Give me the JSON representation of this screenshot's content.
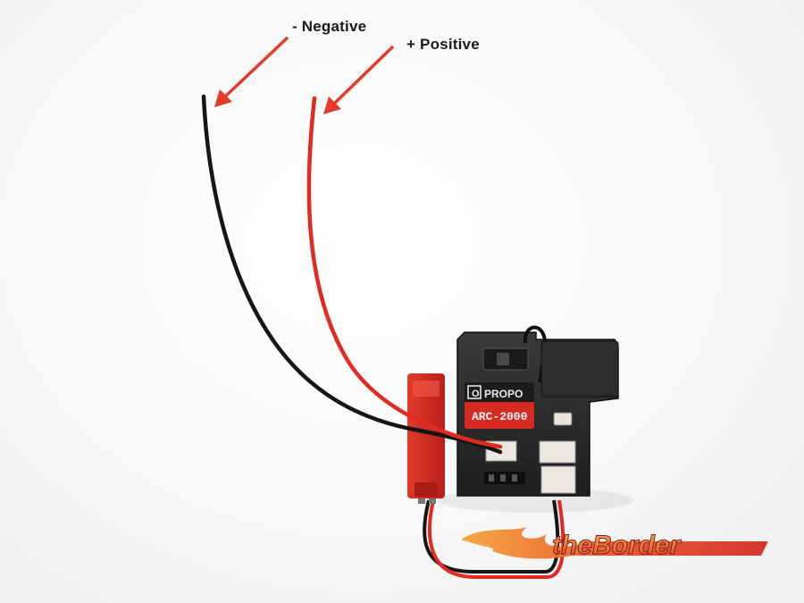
{
  "annotations": {
    "negative_label": "- Negative",
    "positive_label": "+ Positive",
    "arrow_color": "#e5392a"
  },
  "device": {
    "brand_text": "PROPO",
    "model_text": "ARC-2000",
    "body_color": "#2a2a2a",
    "badge_color": "#d62b23"
  },
  "wires": {
    "negative_color": "#151515",
    "positive_color": "#e12a20"
  },
  "watermark": {
    "text": "theBorder"
  }
}
